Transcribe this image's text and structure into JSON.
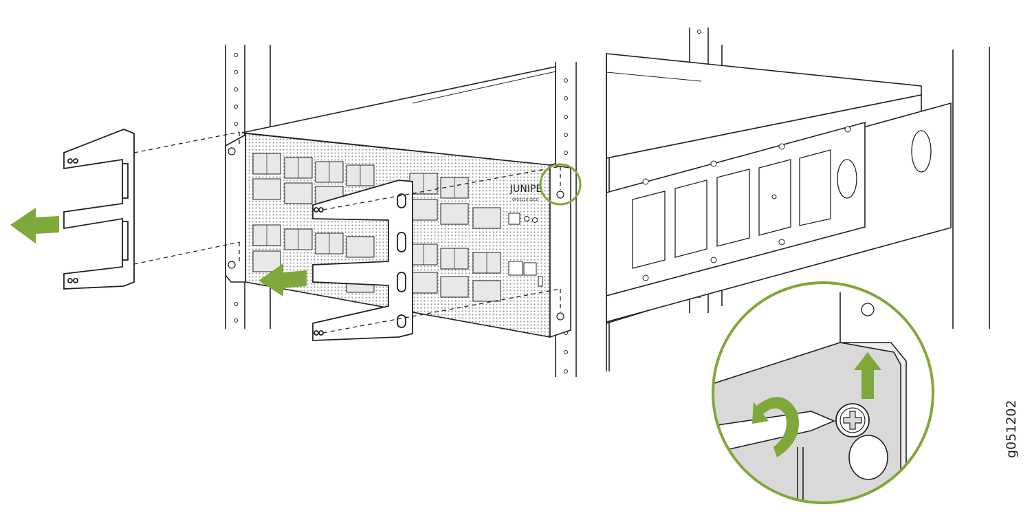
{
  "figure": {
    "id": "g051202",
    "brand_text": "JUNIPE",
    "model_text": "QFX5220-32CD"
  },
  "colors": {
    "accent_green": "#7fa83a",
    "line": "#231f20",
    "panel_gray": "#d9d9d9",
    "light_gray": "#eeeeee"
  },
  "icons": {
    "remove_arrow_left": "arrow-left-icon",
    "remove_arrow_bracket": "arrow-left-icon",
    "rotate_screwdriver": "rotate-ccw-icon",
    "lift_arrow": "arrow-up-icon",
    "screw": "phillips-screw-icon"
  }
}
